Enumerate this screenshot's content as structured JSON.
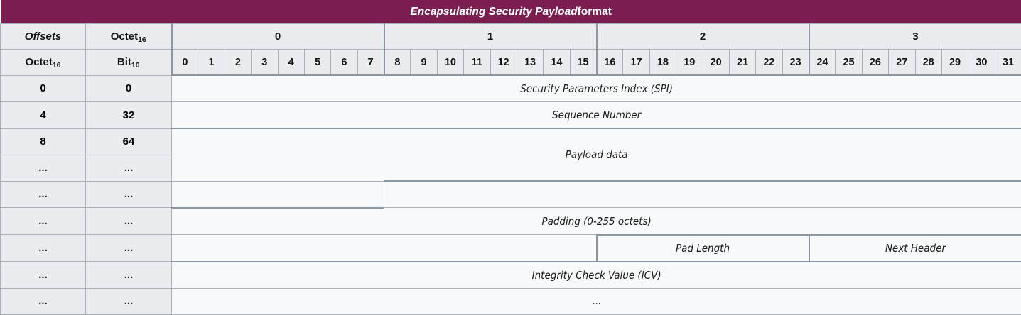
{
  "title": {
    "emphasis": "Encapsulating Security Payload",
    "plain": "format",
    "bar_color": "#7A1F50"
  },
  "header": {
    "offsets_label": "Offsets",
    "octet_row_label": "Octet",
    "octet_row_sub": "16",
    "octet_col_label": "Octet",
    "octet_col_sub": "16",
    "bit_label": "Bit",
    "bit_sub": "10",
    "octet_groups": [
      "0",
      "1",
      "2",
      "3"
    ],
    "bits": [
      "0",
      "1",
      "2",
      "3",
      "4",
      "5",
      "6",
      "7",
      "8",
      "9",
      "10",
      "11",
      "12",
      "13",
      "14",
      "15",
      "16",
      "17",
      "18",
      "19",
      "20",
      "21",
      "22",
      "23",
      "24",
      "25",
      "26",
      "27",
      "28",
      "29",
      "30",
      "31"
    ]
  },
  "rows": [
    {
      "octet": "0",
      "bit": "0"
    },
    {
      "octet": "4",
      "bit": "32"
    },
    {
      "octet": "8",
      "bit": "64"
    },
    {
      "octet": "...",
      "bit": "..."
    },
    {
      "octet": "...",
      "bit": "..."
    },
    {
      "octet": "...",
      "bit": "..."
    },
    {
      "octet": "...",
      "bit": "..."
    },
    {
      "octet": "...",
      "bit": "..."
    },
    {
      "octet": "...",
      "bit": "..."
    }
  ],
  "fields": {
    "spi": "Security Parameters Index (SPI)",
    "sequence_number": "Sequence Number",
    "payload_data": "Payload data",
    "padding": "Padding (0-255 octets)",
    "pad_length": "Pad Length",
    "next_header": "Next Header",
    "icv": "Integrity Check Value (ICV)",
    "trailing_dots": "..."
  },
  "colors": {
    "header_bg": "#EAECEF",
    "cell_bg": "#F8F9FA",
    "border": "#a9b1ba",
    "border_strong": "#8b97a3",
    "title_text": "#ffffff"
  }
}
